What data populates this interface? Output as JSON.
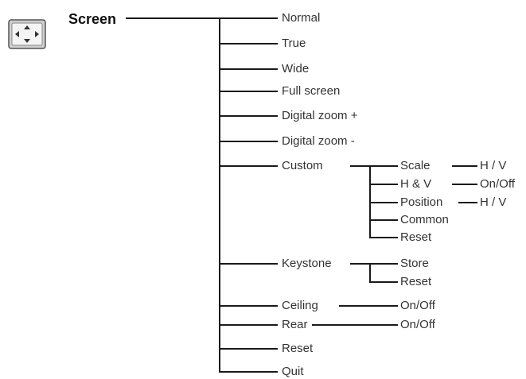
{
  "title": "Screen",
  "icon": "screen-adjust-icon",
  "menu": {
    "normal": "Normal",
    "true": "True",
    "wide": "Wide",
    "full_screen": "Full screen",
    "digital_zoom_plus": "Digital zoom +",
    "digital_zoom_minus": "Digital zoom -",
    "custom": "Custom",
    "keystone": "Keystone",
    "ceiling": "Ceiling",
    "rear": "Rear",
    "reset": "Reset",
    "quit": "Quit"
  },
  "custom_sub": {
    "scale": "Scale",
    "scale_value": "H / V",
    "hv": "H & V",
    "hv_value": "On/Off",
    "position": "Position",
    "position_value": "H / V",
    "common": "Common",
    "reset": "Reset"
  },
  "keystone_sub": {
    "store": "Store",
    "reset": "Reset"
  },
  "ceiling_value": "On/Off",
  "rear_value": "On/Off"
}
